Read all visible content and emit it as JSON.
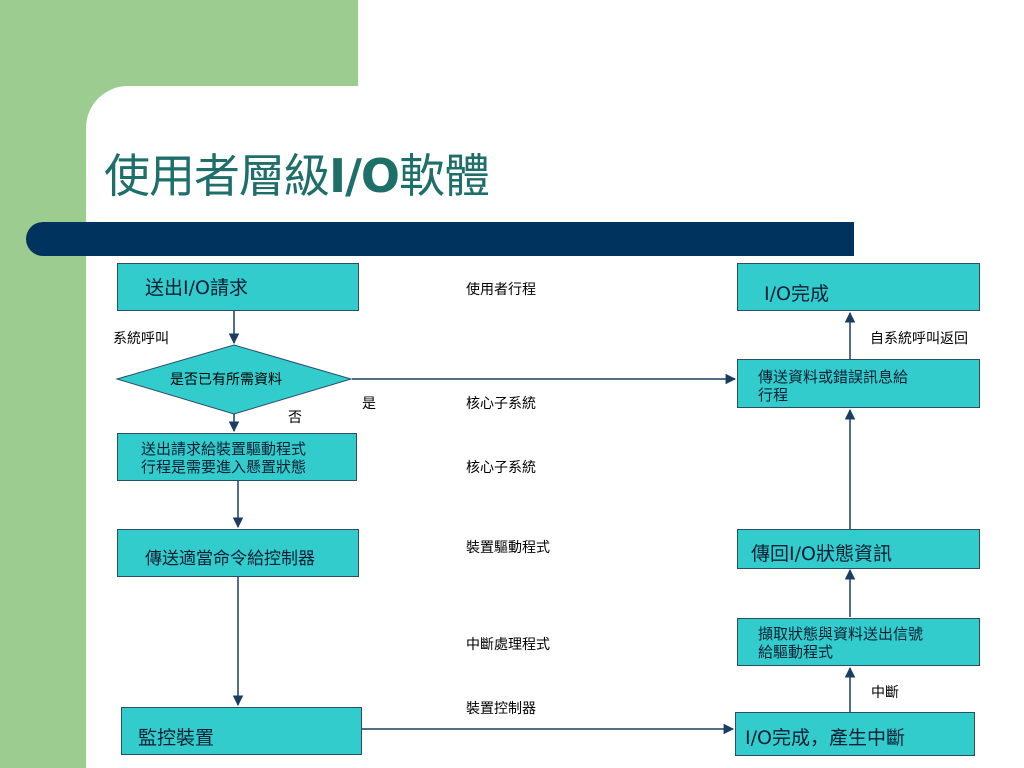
{
  "slide": {
    "title_cjk": "使用者層級",
    "title_io": "I/O",
    "title_cjk2": "軟體"
  },
  "boxes": {
    "send_request": "送出I/O請求",
    "check_data": "是否已有所需資料",
    "send_to_driver_1": "送出請求給裝置驅動程式",
    "send_to_driver_2": "行程是需要進入懸置狀態",
    "send_command": "傳送適當命令給控制器",
    "monitor_device": "監控裝置",
    "io_complete": "I/O完成",
    "transfer_data_1": "傳送資料或錯誤訊息給",
    "transfer_data_2": "行程",
    "return_status": "傳回I/O狀態資訊",
    "fetch_status_1": "擷取狀態與資料送出信號",
    "fetch_status_2": "給驅動程式",
    "io_done_interrupt": "I/O完成，產生中斷"
  },
  "labels": {
    "system_call": "系統呼叫",
    "yes": "是",
    "no": "否",
    "return_from_call": "自系統呼叫返回",
    "interrupt": "中斷"
  },
  "layers": {
    "user_process": "使用者行程",
    "kernel_subsystem_1": "核心子系統",
    "kernel_subsystem_2": "核心子系統",
    "device_driver": "裝置驅動程式",
    "interrupt_handler": "中斷處理程式",
    "device_controller": "裝置控制器"
  },
  "colors": {
    "background_green": "#9ccc8f",
    "title_teal": "#1e6e6a",
    "bar_navy": "#00335e",
    "box_cyan": "#33cccc",
    "arrow_navy": "#1b3d63"
  }
}
